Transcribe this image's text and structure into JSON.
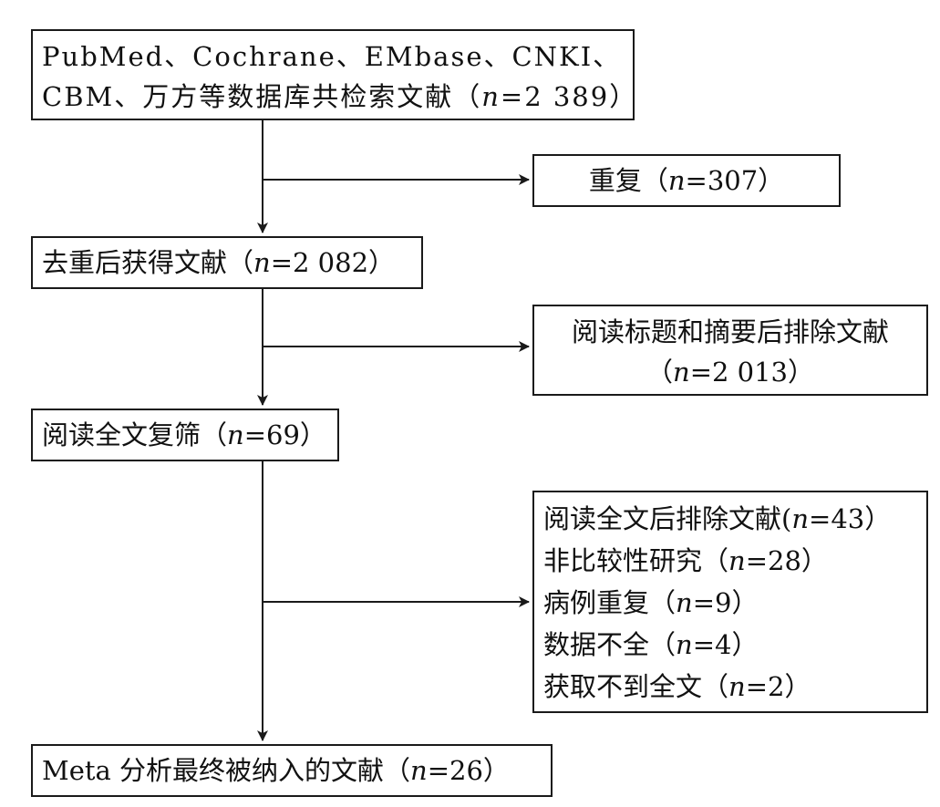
{
  "boxes": {
    "search": {
      "line1": "PubMed、Cochrane、EMbase、CNKI、",
      "line2_prefix": "CBM、万方等数据库共检索文献（",
      "line2_n": "n",
      "line2_suffix": "=2 389）"
    },
    "duplicates": {
      "prefix": "重复（",
      "n": "n",
      "suffix": "=307）"
    },
    "after_dedup": {
      "prefix": "去重后获得文献（",
      "n": "n",
      "suffix": "=2 082）"
    },
    "title_abstract_excluded": {
      "line1": "阅读标题和摘要后排除文献",
      "line2_prefix": "（",
      "line2_n": "n",
      "line2_suffix": "=2 013）"
    },
    "full_text_screen": {
      "prefix": "阅读全文复筛（",
      "n": "n",
      "suffix": "=69）"
    },
    "full_text_excluded": {
      "items": [
        {
          "prefix": "阅读全文后排除文献(",
          "n": "n",
          "suffix": "=43）"
        },
        {
          "prefix": "非比较性研究（",
          "n": "n",
          "suffix": "=28）"
        },
        {
          "prefix": "病例重复（",
          "n": "n",
          "suffix": "=9）"
        },
        {
          "prefix": "数据不全（",
          "n": "n",
          "suffix": "=4）"
        },
        {
          "prefix": "获取不到全文（",
          "n": "n",
          "suffix": "=2）"
        }
      ]
    },
    "included": {
      "prefix": "Meta 分析最终被纳入的文献（",
      "n": "n",
      "suffix": "=26）"
    }
  }
}
